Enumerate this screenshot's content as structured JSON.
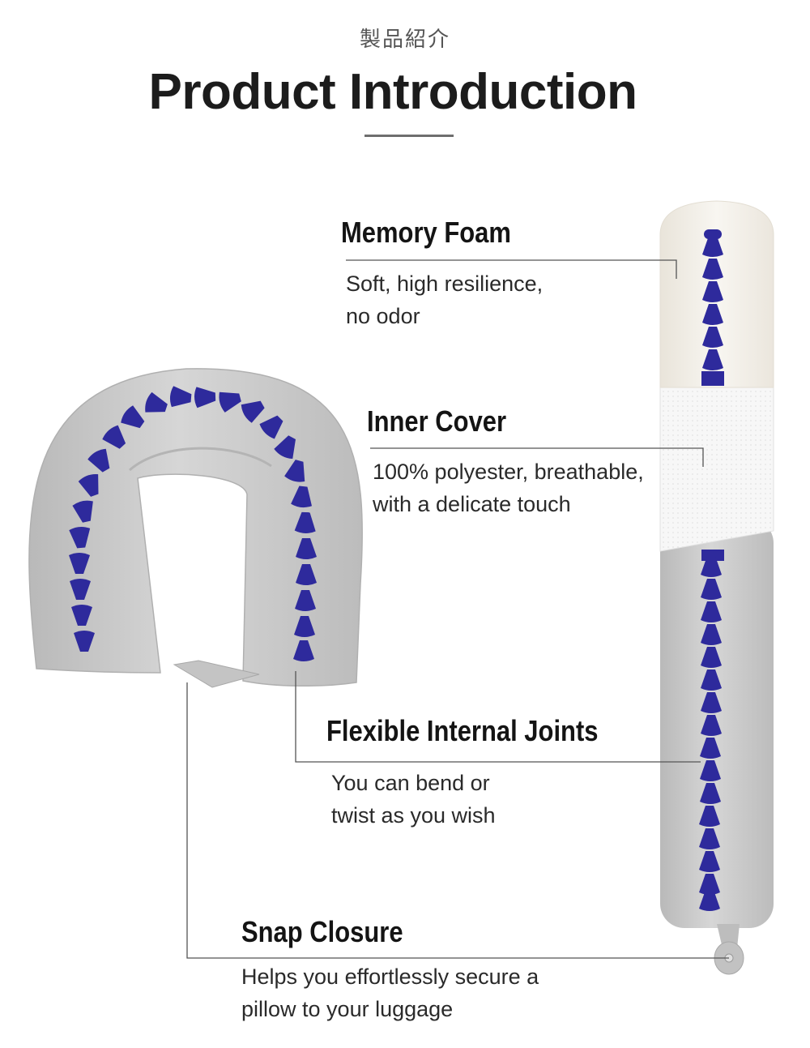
{
  "header": {
    "subtitle": "製品紹介",
    "title": "Product Introduction"
  },
  "features": [
    {
      "title": "Memory Foam",
      "desc_line1": "Soft, high resilience,",
      "desc_line2": "no odor"
    },
    {
      "title": "Inner Cover",
      "desc_line1": "100% polyester, breathable,",
      "desc_line2": "with a delicate touch"
    },
    {
      "title": "Flexible Internal Joints",
      "desc_line1": "You can bend or",
      "desc_line2": "twist as you wish"
    },
    {
      "title": "Snap Closure",
      "desc_line1": "Helps you effortlessly secure a",
      "desc_line2": "pillow to your luggage"
    }
  ],
  "colors": {
    "joint_blue": "#2e2a9c",
    "fabric_grey": "#c9c9c9",
    "foam_cream": "#f3f0e9",
    "text_dark": "#141414"
  }
}
